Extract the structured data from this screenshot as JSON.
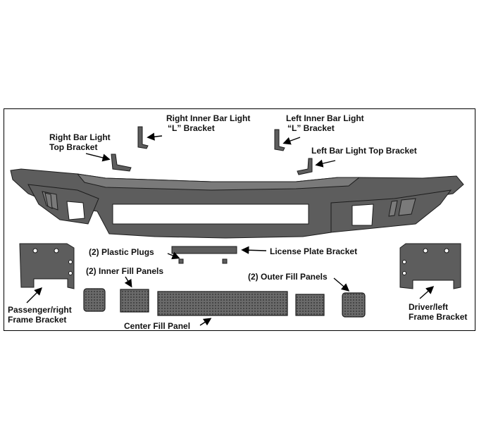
{
  "labels": {
    "right_inner_l_bracket_1": "Right Inner Bar Light",
    "right_inner_l_bracket_2": "“L” Bracket",
    "left_inner_l_bracket_1": "Left Inner Bar Light",
    "left_inner_l_bracket_2": "“L” Bracket",
    "right_top_bracket_1": "Right Bar Light",
    "right_top_bracket_2": "Top Bracket",
    "left_top_bracket": "Left Bar Light Top Bracket",
    "plastic_plugs": "(2) Plastic Plugs",
    "license_plate_bracket": "License Plate Bracket",
    "inner_fill_panels": "(2) Inner Fill Panels",
    "outer_fill_panels": "(2) Outer Fill Panels",
    "passenger_frame_1": "Passenger/right",
    "passenger_frame_2": "Frame Bracket",
    "driver_frame_1": "Driver/left",
    "driver_frame_2": "Frame Bracket",
    "center_fill_panel": "Center Fill Panel"
  },
  "colors": {
    "part": "#5d5d5d",
    "outline": "#1c1c1c",
    "frame_border": "#000000"
  }
}
